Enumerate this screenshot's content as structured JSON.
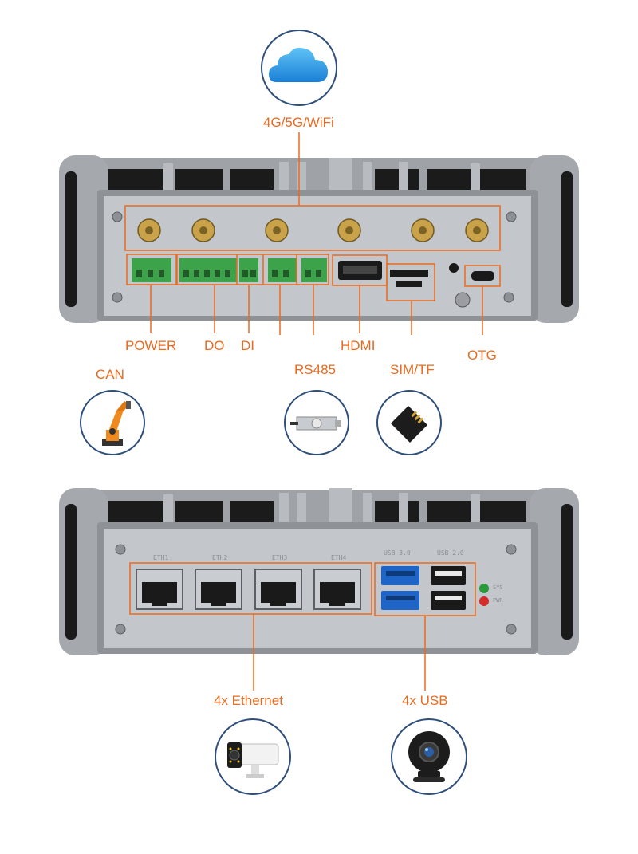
{
  "colors": {
    "accent": "#ea6a1e",
    "badge_border": "#2f4f7a",
    "chassis": "#a9adb3",
    "panel": "#c4c7cc"
  },
  "top_panel": {
    "wireless_label": "4G/5G/WiFi",
    "labels": {
      "power": "POWER",
      "do": "DO",
      "di": "DI",
      "can": "CAN",
      "rs485": "RS485",
      "hdmi": "HDMI",
      "sim_tf": "SIM/TF",
      "otg": "OTG"
    }
  },
  "bottom_panel": {
    "port_marks": {
      "eth1": "ETH1",
      "eth2": "ETH2",
      "eth3": "ETH3",
      "eth4": "ETH4",
      "usb3": "USB 3.0",
      "usb2": "USB 2.0",
      "sys": "SYS",
      "pwr": "PWR"
    },
    "labels": {
      "ethernet": "4x Ethernet",
      "usb": "4x USB"
    }
  },
  "icons": [
    "cloud-icon",
    "robot-arm-icon",
    "load-cell-icon",
    "sd-card-icon",
    "bullet-camera-icon",
    "dome-camera-icon"
  ]
}
